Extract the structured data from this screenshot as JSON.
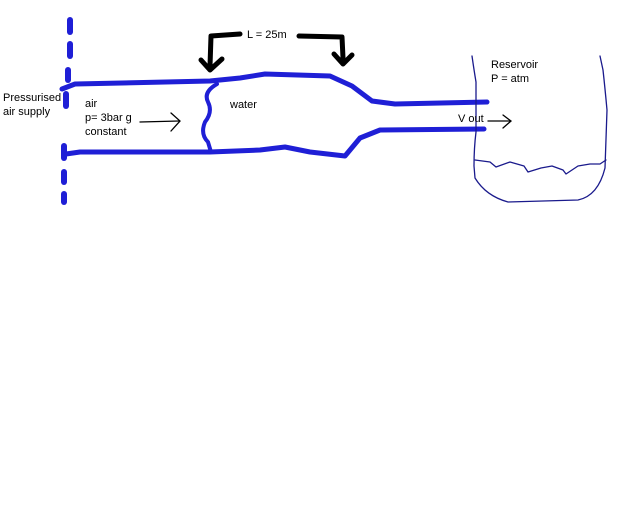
{
  "labels": {
    "supply_line1": "Pressurised",
    "supply_line2": "air supply",
    "air": "air",
    "pressure": "p= 3bar g",
    "constant": "constant",
    "water": "water",
    "length": "L = 25m",
    "reservoir": "Reservoir",
    "reservoir_pressure": "P = atm",
    "v_out": "V out"
  },
  "colors": {
    "pipe": "#1f1fd6",
    "reservoir": "#1a1a8c",
    "ink": "#000000"
  }
}
